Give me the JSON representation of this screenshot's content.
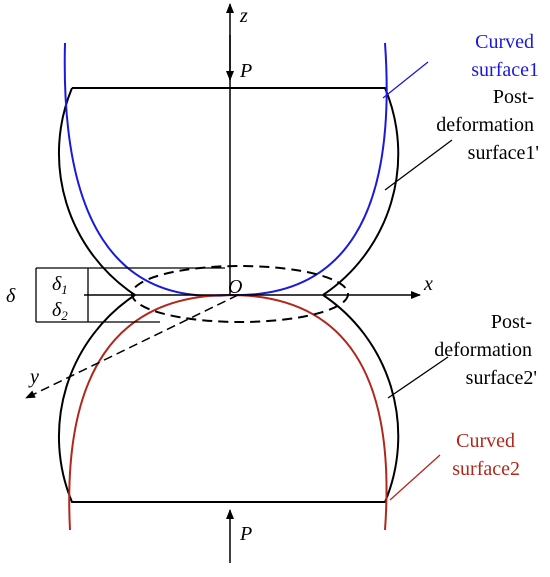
{
  "labels": {
    "z_axis": "z",
    "x_axis": "x",
    "y_axis": "y",
    "origin": "O",
    "load_top": "P",
    "load_bottom": "P",
    "delta": "δ",
    "delta1": "δ",
    "delta1_sub": "1",
    "delta2": "δ",
    "delta2_sub": "2"
  },
  "annotations": {
    "curved1": [
      "Curved",
      "surface1"
    ],
    "post1": [
      "Post-",
      "deformation",
      "surface1'"
    ],
    "post2": [
      "Post-",
      "deformation",
      "surface2'"
    ],
    "curved2": [
      "Curved",
      "surface2"
    ]
  },
  "colors": {
    "curved_surface1": "#1a1adc",
    "curved_surface2": "#b0281c",
    "deformed_surface": "#000000",
    "background": "#ffffff"
  }
}
